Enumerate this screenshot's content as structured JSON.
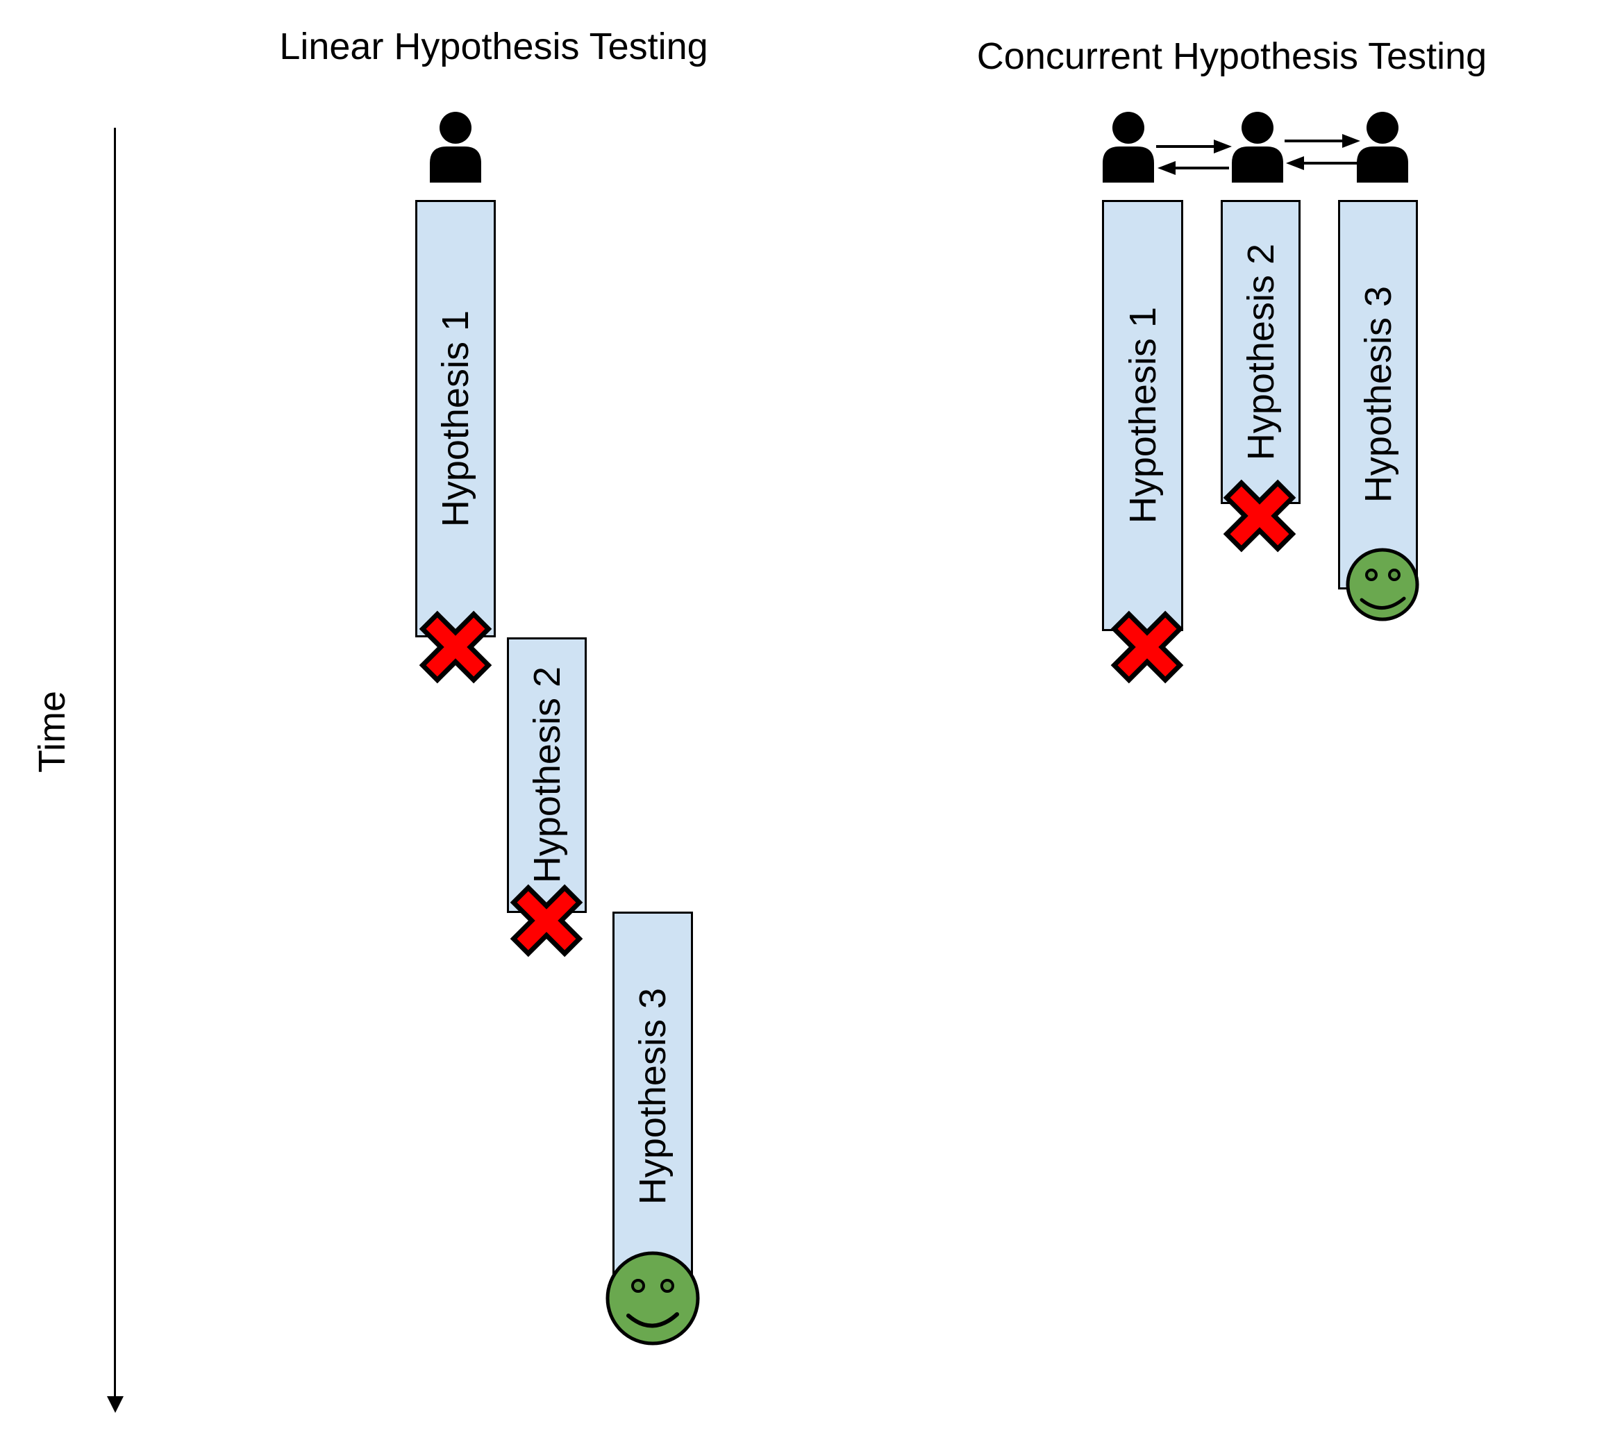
{
  "diagram": {
    "time_axis": {
      "label": "Time",
      "direction": "down"
    },
    "left": {
      "title": "Linear Hypothesis Testing",
      "researcher_count": 1,
      "bars": [
        {
          "label": "Hypothesis 1",
          "outcome": "rejected"
        },
        {
          "label": "Hypothesis 2",
          "outcome": "rejected"
        },
        {
          "label": "Hypothesis 3",
          "outcome": "accepted"
        }
      ]
    },
    "right": {
      "title": "Concurrent Hypothesis Testing",
      "researcher_count": 3,
      "bars": [
        {
          "label": "Hypothesis 1",
          "outcome": "rejected"
        },
        {
          "label": "Hypothesis 2",
          "outcome": "rejected"
        },
        {
          "label": "Hypothesis 3",
          "outcome": "accepted"
        }
      ]
    },
    "icons": {
      "person": "person-icon",
      "rejected_marker": "red-x-icon",
      "accepted_marker": "green-smiley-icon",
      "communication": "left-right-arrow-icons"
    },
    "colors": {
      "bar_fill": "#cfe2f3",
      "bar_border": "#000000",
      "rejected": "#ff0000",
      "accepted": "#6aa84f",
      "icon": "#000000",
      "text": "#000000"
    }
  }
}
